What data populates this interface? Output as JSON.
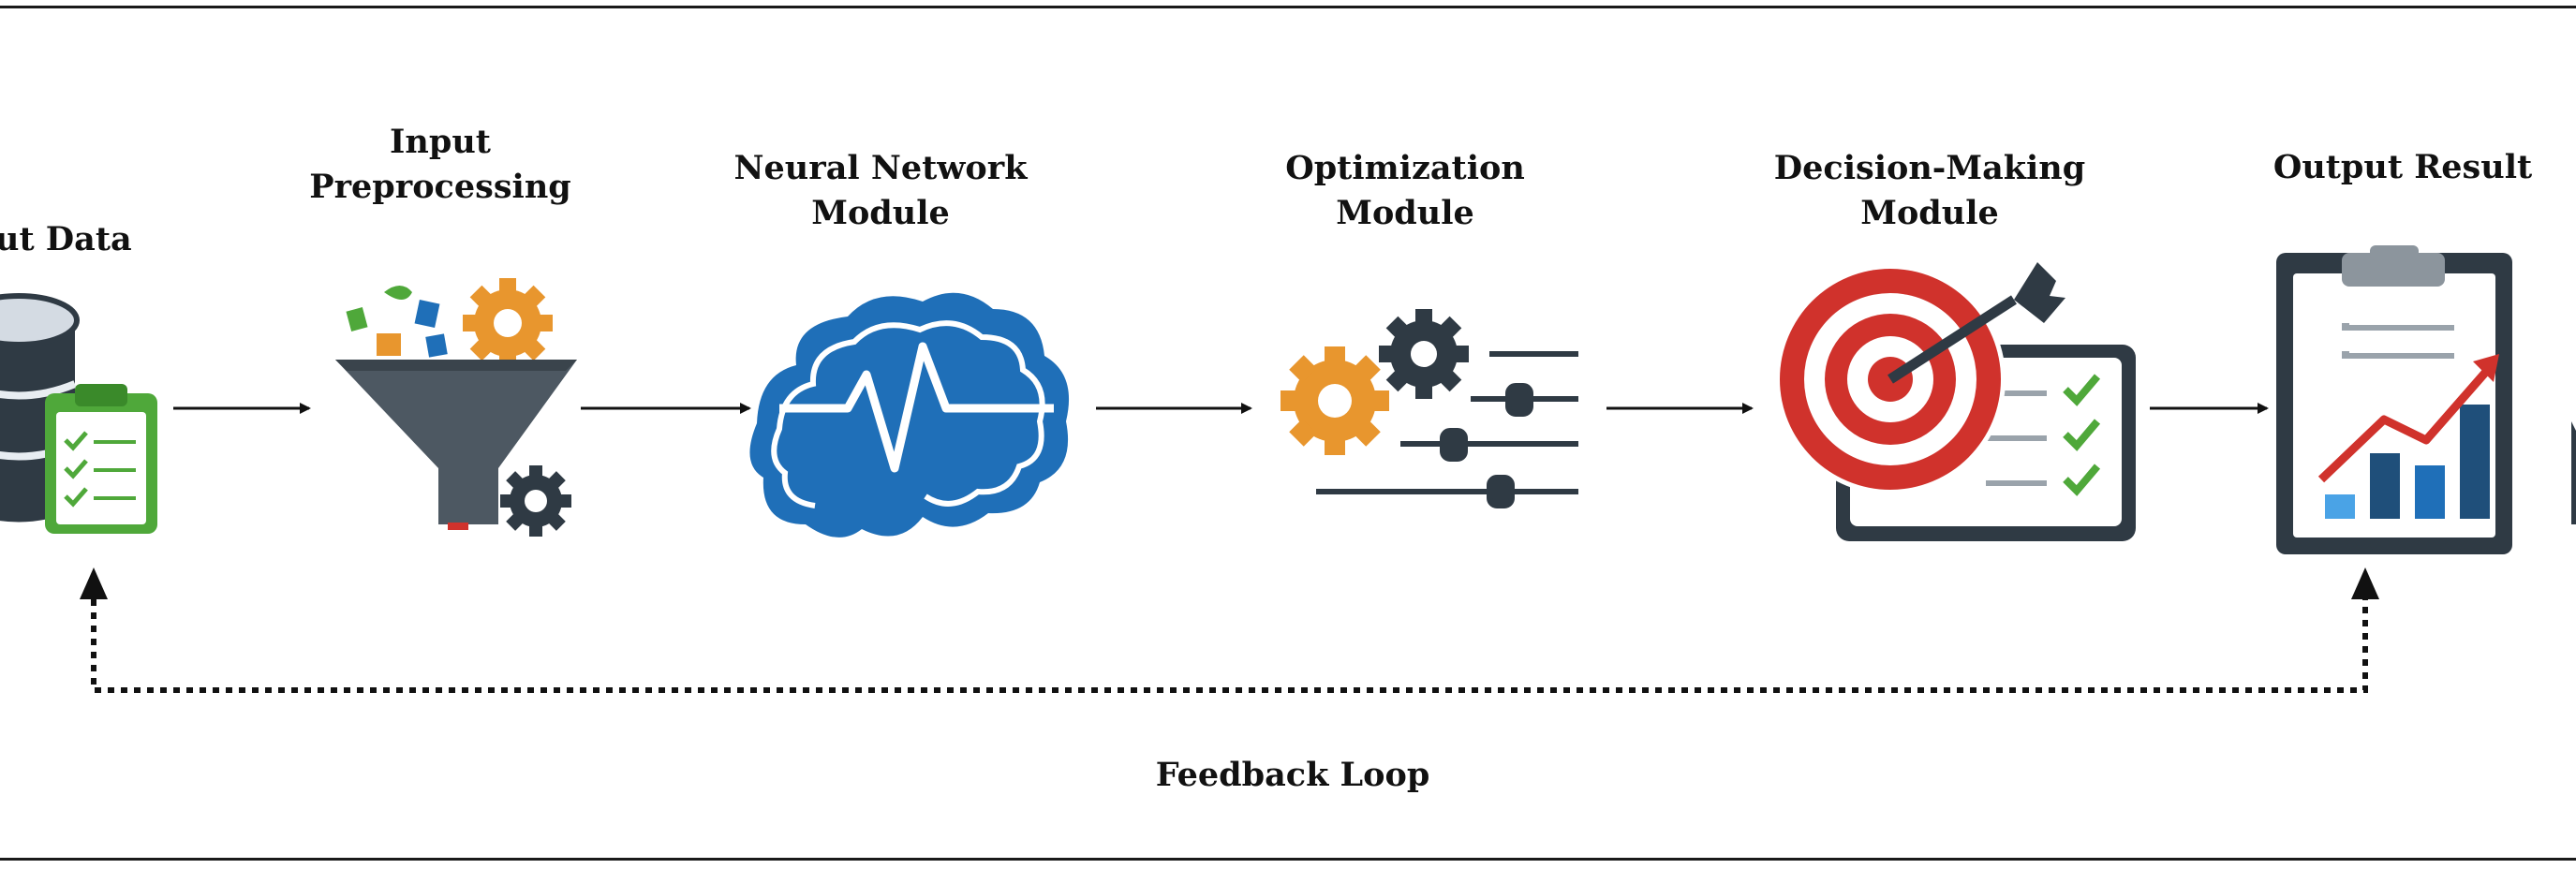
{
  "modules": [
    {
      "id": "input-data",
      "lines": [
        "ut Data"
      ]
    },
    {
      "id": "input-preprocessing",
      "lines": [
        "Input",
        "Preprocessing"
      ]
    },
    {
      "id": "neural-network",
      "lines": [
        "Neural Network",
        "Module"
      ]
    },
    {
      "id": "optimization",
      "lines": [
        "Optimization",
        "Module"
      ]
    },
    {
      "id": "decision-making",
      "lines": [
        "Decision-Making",
        "Module"
      ]
    },
    {
      "id": "output-result",
      "lines": [
        "Output Result"
      ]
    }
  ],
  "feedback_label": "Feedback Loop",
  "colors": {
    "orange": "#e8962e",
    "green": "#4fa83a",
    "blue": "#1f6fb8",
    "dark": "#2f3a44",
    "red": "#d0322c",
    "line": "#111111"
  }
}
